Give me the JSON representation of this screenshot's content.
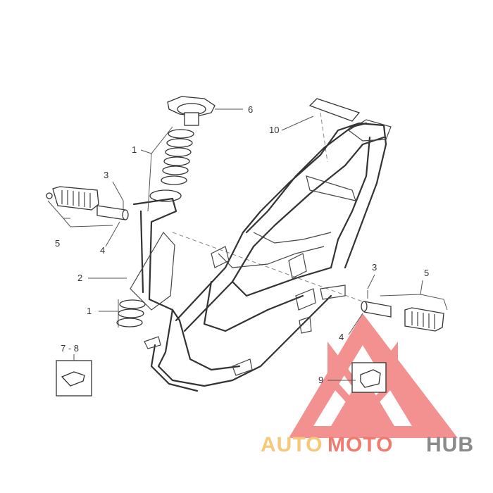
{
  "callouts": {
    "c1_top": "1",
    "c1_bottom": "1",
    "c2": "2",
    "c3_left": "3",
    "c3_right": "3",
    "c4_left": "4",
    "c4_right": "4",
    "c5_left": "5",
    "c5_right": "5",
    "c6": "6",
    "c78": "7 - 8",
    "c9": "9",
    "c10": "10"
  },
  "watermark": {
    "part1": "AUTO",
    "part2": "MOTO",
    "part3": "HUB",
    "color_part1": "#f5c87a",
    "color_part2": "#ef7b6f",
    "color_part3": "#8a8a8a",
    "triangle_color": "#ef6b6b"
  }
}
